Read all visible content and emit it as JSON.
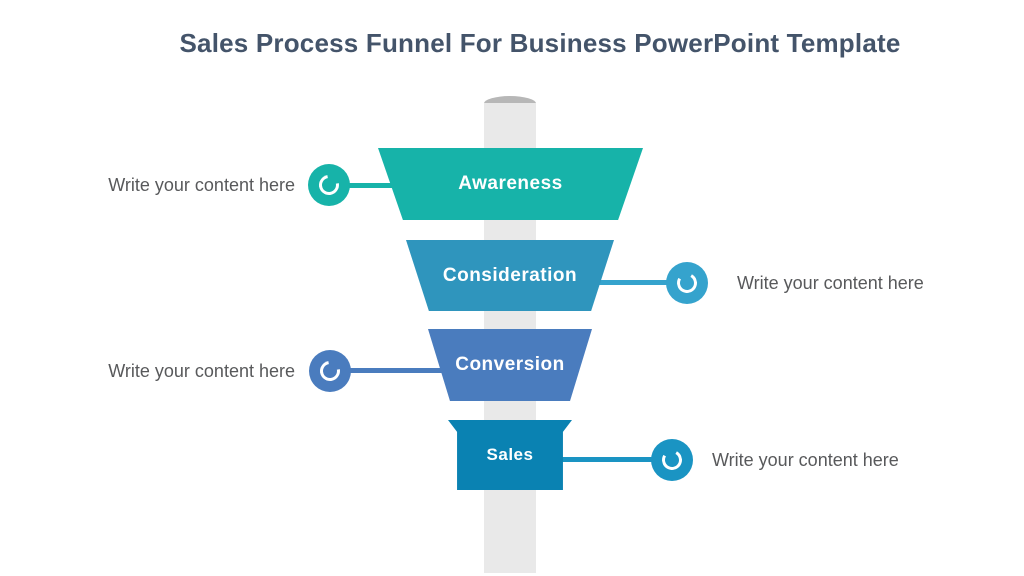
{
  "slide": {
    "title": "Sales Process Funnel For Business PowerPoint Template",
    "title_color": "#44546a",
    "background": "#ffffff"
  },
  "funnel": {
    "cylinder": {
      "body_color": "#e9e9e9",
      "cap_color": "#b7b7b7"
    },
    "note_color": "#58595b",
    "stages": [
      {
        "label": "Awareness",
        "note": "Write your content here",
        "color": "#17b3a9",
        "accent": "#17b3a9",
        "note_side": "left"
      },
      {
        "label": "Consideration",
        "note": "Write your content here",
        "color": "#2f95bd",
        "accent": "#35a3cd",
        "note_side": "right"
      },
      {
        "label": "Conversion",
        "note": "Write your content here",
        "color": "#4a7cbe",
        "accent": "#4a7cbe",
        "note_side": "left"
      },
      {
        "label": "Sales",
        "note": "Write your content here",
        "color": "#0a82b2",
        "accent": "#1a94c3",
        "note_side": "right"
      }
    ]
  }
}
